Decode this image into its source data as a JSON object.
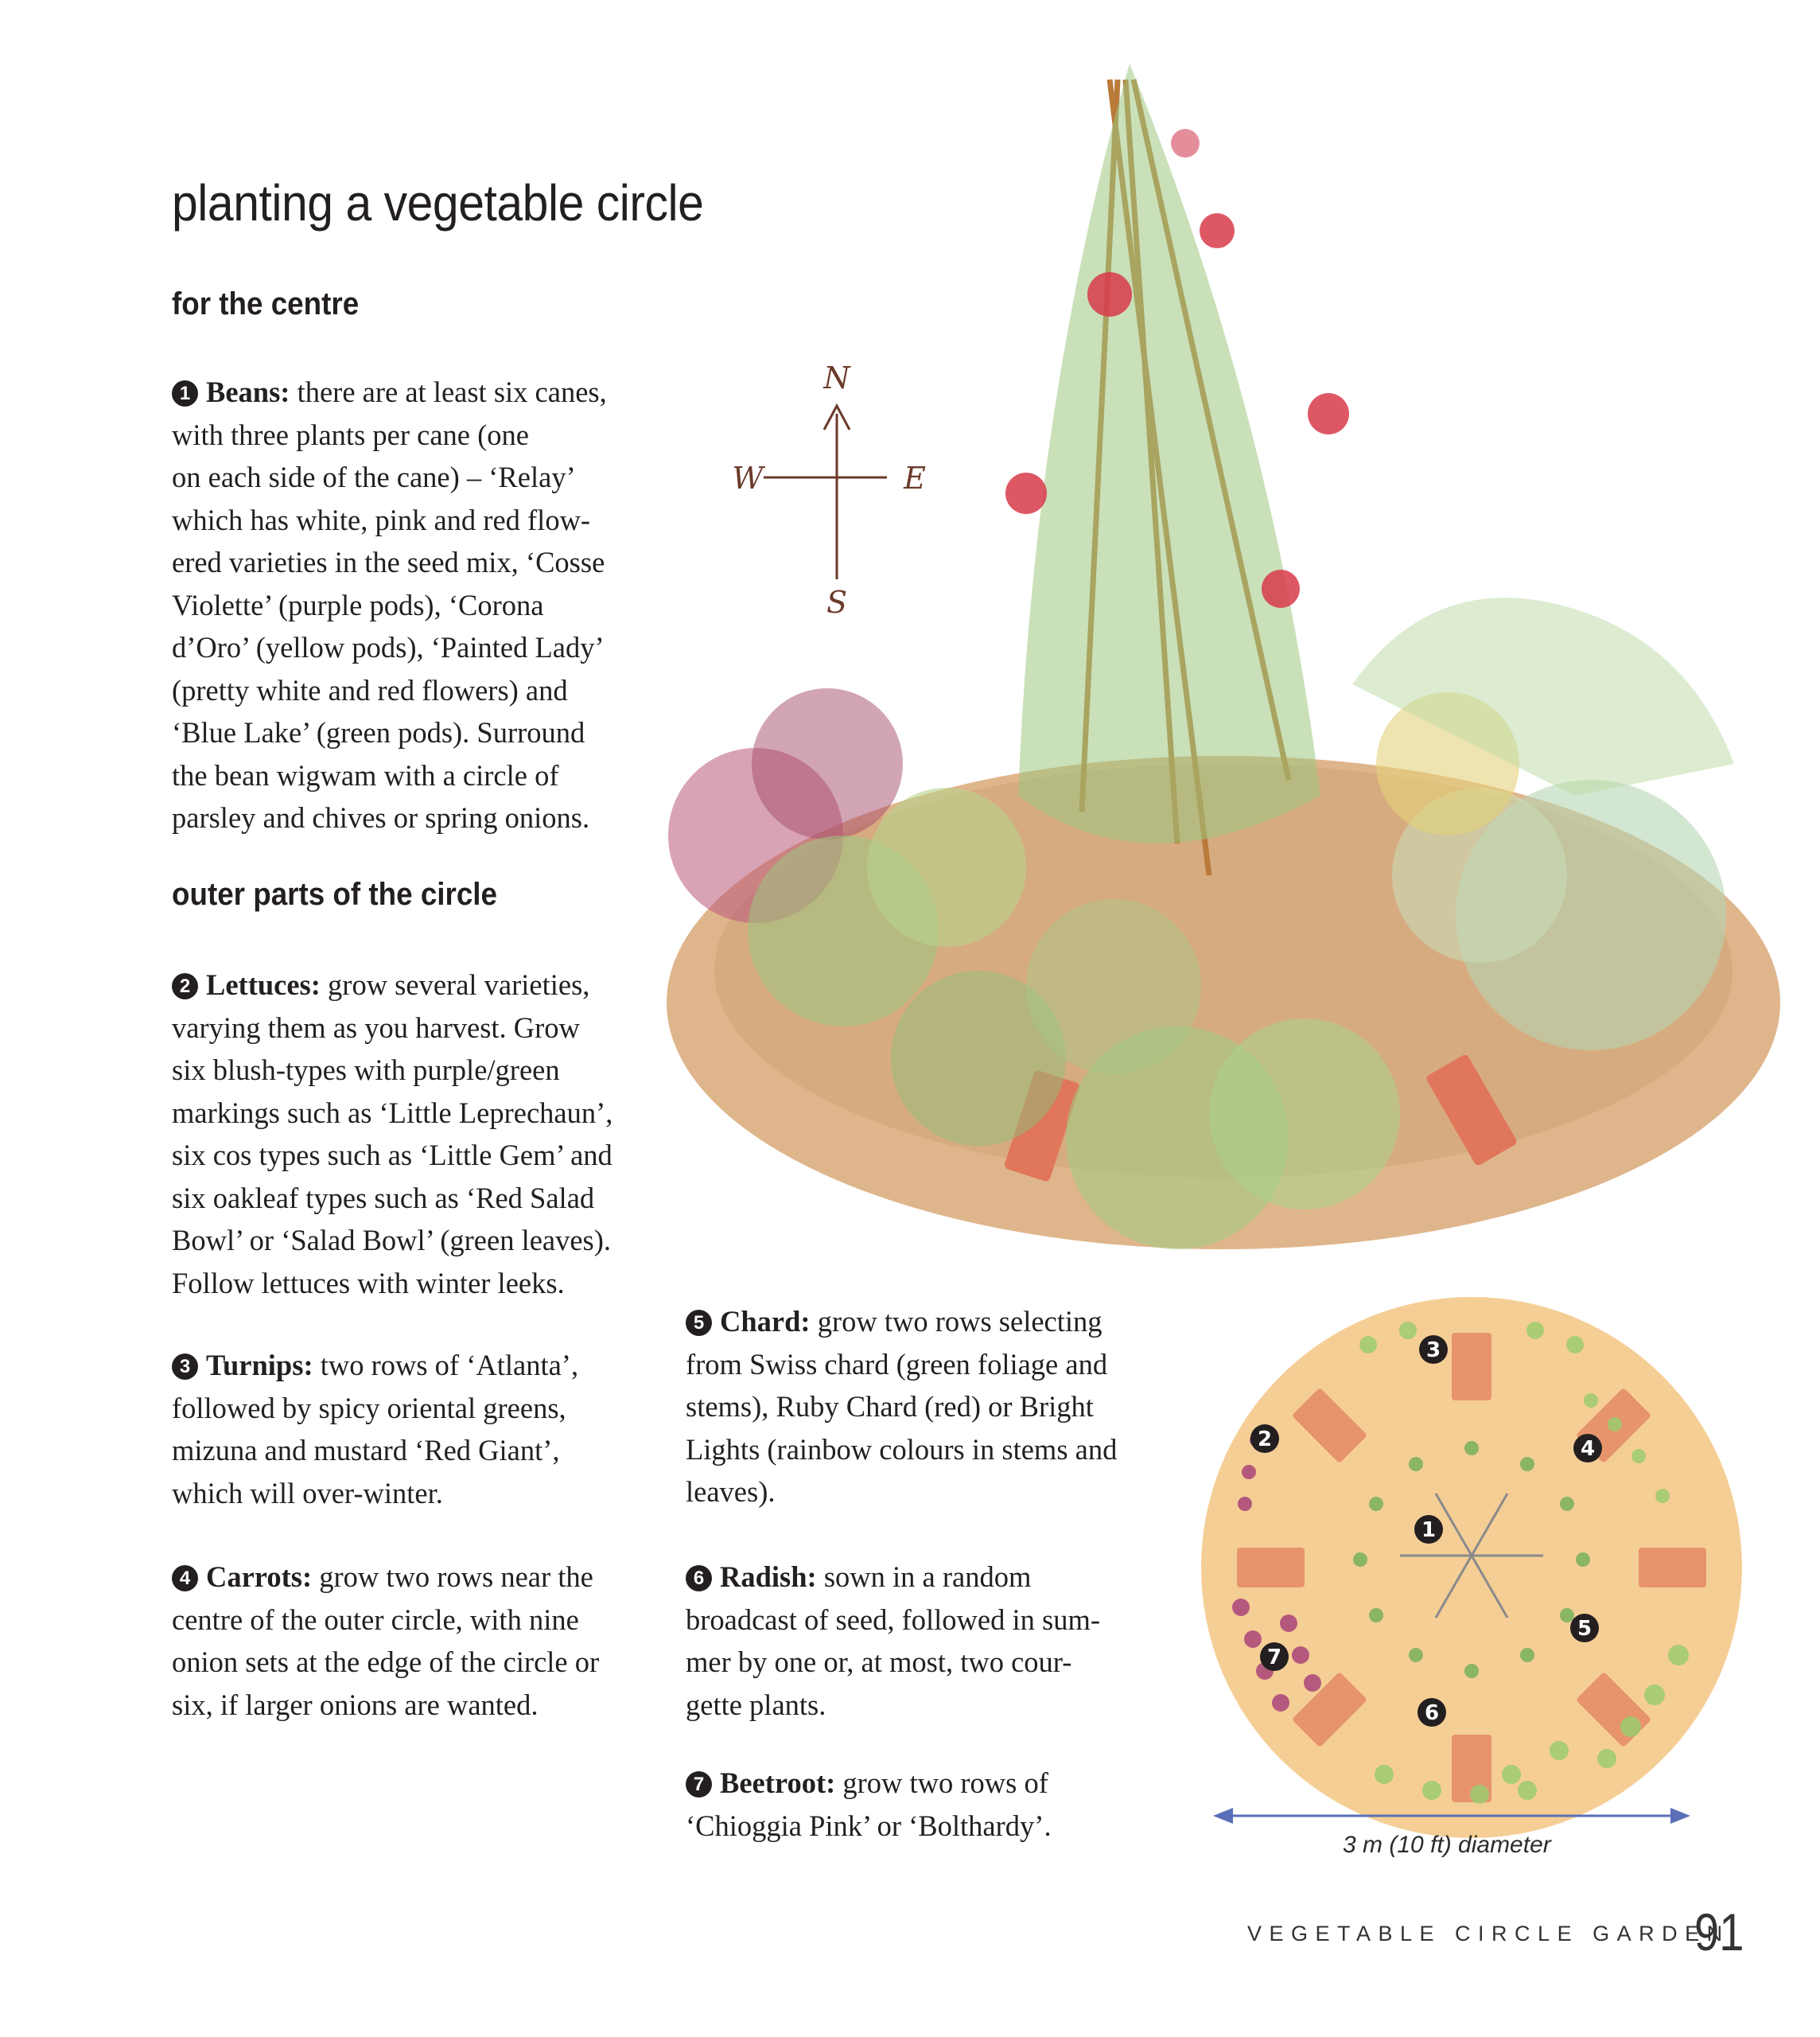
{
  "page": {
    "title": "planting a vegetable circle",
    "footer_title": "VEGETABLE CIRCLE GARDEN",
    "page_number": "91"
  },
  "sections": [
    {
      "heading": "for the centre",
      "entries": [
        {
          "number": "1",
          "name": "Beans:",
          "lines": [
            "there are at least six canes,",
            "with three plants per cane (one",
            "on each side of the cane) – ‘Relay’",
            "which has white, pink and red flow-",
            "ered varieties in the seed mix, ‘Cosse",
            "Violette’ (purple pods), ‘Corona",
            "d’Oro’ (yellow pods), ‘Painted Lady’",
            "(pretty white and red flowers) and",
            "‘Blue Lake’ (green pods). Surround",
            "the bean wigwam with a circle of",
            "parsley and chives or spring onions."
          ]
        }
      ]
    },
    {
      "heading": "outer parts of the circle",
      "entries": [
        {
          "number": "2",
          "name": "Lettuces:",
          "lines": [
            "grow several varieties,",
            "varying them as you harvest. Grow",
            "six blush-types with purple/green",
            "markings such as ‘Little Leprechaun’,",
            "six cos types such as ‘Little Gem’ and",
            "six oakleaf types such as ‘Red Salad",
            "Bowl’ or ‘Salad Bowl’ (green leaves).",
            "Follow lettuces with winter leeks."
          ]
        },
        {
          "number": "3",
          "name": "Turnips:",
          "lines": [
            "two rows of ‘Atlanta’,",
            "followed by spicy oriental greens,",
            "mizuna and mustard ‘Red Giant’,",
            "which will over-winter."
          ]
        },
        {
          "number": "4",
          "name": "Carrots:",
          "lines": [
            "grow two rows near the",
            "centre of the outer circle, with nine",
            "onion sets at the edge of the circle or",
            "six, if larger onions are wanted."
          ]
        },
        {
          "number": "5",
          "name": "Chard:",
          "lines": [
            "grow two rows selecting",
            "from Swiss chard (green foliage and",
            "stems), Ruby Chard (red) or Bright",
            "Lights (rainbow colours in stems and",
            "leaves)."
          ]
        },
        {
          "number": "6",
          "name": "Radish:",
          "lines": [
            "sown in a random",
            "broadcast of seed, followed in sum-",
            "mer by one or, at most, two cour-",
            "gette plants."
          ]
        },
        {
          "number": "7",
          "name": "Beetroot:",
          "lines": [
            "grow two rows of",
            "‘Chioggia Pink’ or ‘Bolthardy’."
          ]
        }
      ]
    }
  ],
  "compass": {
    "north": "N",
    "east": "E",
    "south": "S",
    "west": "W"
  },
  "plan": {
    "labels": [
      "1",
      "2",
      "3",
      "4",
      "5",
      "6",
      "7"
    ],
    "caption": "3 m (10 ft) diameter"
  },
  "colors": {
    "text": "#231f20",
    "soil": "#d9a878",
    "plan_ground": "#f4c98a",
    "brick": "#e48a66",
    "leaf_green": "#9cc77f",
    "leaf_purple": "#8e3f6e",
    "arrow": "#5a6fb8"
  },
  "icons": [
    "compass-rose-icon",
    "dimension-arrow-icon"
  ]
}
